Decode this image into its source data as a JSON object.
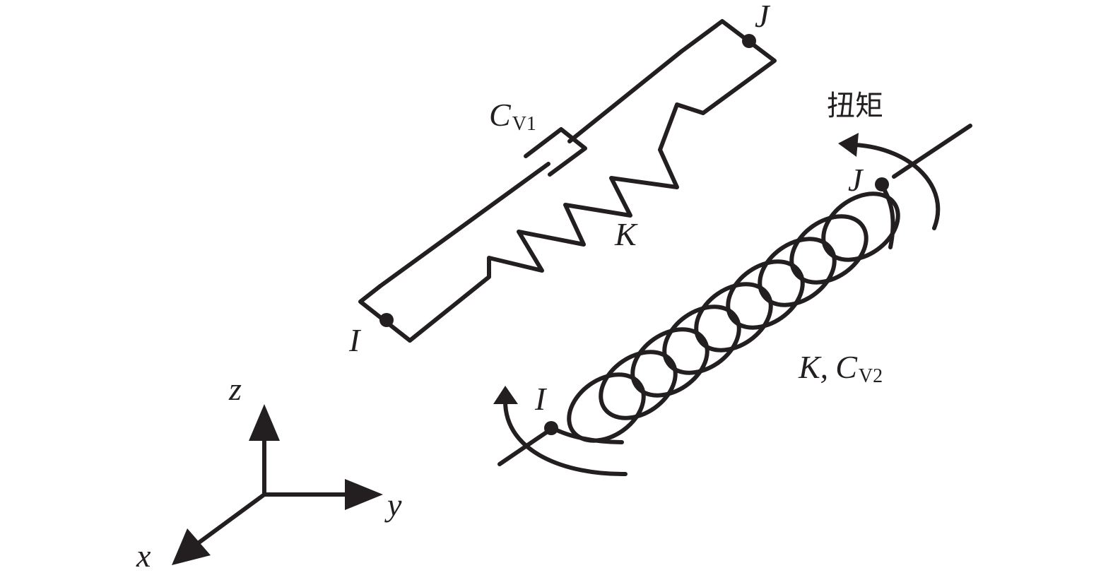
{
  "labels": {
    "J_top": "J",
    "I_top": "I",
    "Cv1_main": "C",
    "Cv1_sub": "V1",
    "K_top": "K",
    "torque": "扭矩",
    "J_spring": "J",
    "I_spring": "I",
    "K_spring": "K,",
    "Cv2_main": "C",
    "Cv2_sub": "V2",
    "axis_z": "z",
    "axis_y": "y",
    "axis_x": "x"
  },
  "icons": {
    "damper": "dashpot-icon",
    "spring": "zigzag-spring-icon",
    "coil": "helical-coil-icon",
    "torque": "curved-arrow-icon"
  },
  "colors": {
    "stroke": "#231f20",
    "background": "#ffffff"
  }
}
